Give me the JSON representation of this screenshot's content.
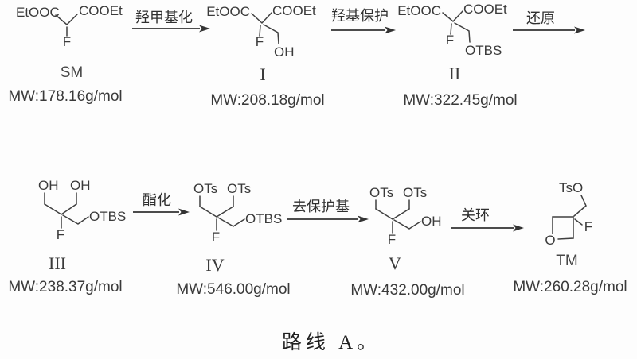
{
  "title": "路线 A。",
  "colors": {
    "bond": "#404040",
    "text": "#3a3a3a",
    "numeral_accent": "#31436b",
    "arrow": "#333333"
  },
  "compounds": {
    "sm": {
      "name": "SM",
      "mw": "MW:178.16g/mol",
      "left_ester": "EtOOC",
      "right_ester": "COOEt",
      "fluoro": "F",
      "label_color": "#474747"
    },
    "i": {
      "name": "I",
      "mw": "MW:208.18g/mol",
      "left_ester": "EtOOC",
      "right_ester": "COOEt",
      "fluoro": "F",
      "hydroxymethyl": "OH",
      "label_color": "#31436b"
    },
    "ii": {
      "name": "II",
      "mw": "MW:322.45g/mol",
      "left_ester": "EtOOC",
      "right_ester": "COOEt",
      "fluoro": "F",
      "silyl_ether": "OTBS",
      "label_color": "#3c4150"
    },
    "iii": {
      "name": "III",
      "mw": "MW:238.37g/mol",
      "hydroxyl_left": "OH",
      "hydroxyl_right": "OH",
      "silyl_ether": "OTBS",
      "fluoro": "F",
      "label_color": "#31436b"
    },
    "iv": {
      "name": "IV",
      "mw": "MW:546.00g/mol",
      "tosylate_left": "OTs",
      "tosylate_right": "OTs",
      "silyl_ether": "OTBS",
      "fluoro": "F",
      "label_color": "#33343a"
    },
    "v": {
      "name": "V",
      "mw": "MW:432.00g/mol",
      "tosylate_left": "OTs",
      "tosylate_right": "OTs",
      "hydroxymethyl": "OH",
      "fluoro": "F",
      "label_color": "#33343a"
    },
    "tm": {
      "name": "TM",
      "mw": "MW:260.28g/mol",
      "tosyloxy": "TsO",
      "fluoro": "F",
      "ring_oxygen": "O",
      "label_color": "#474747"
    }
  },
  "steps": [
    {
      "label": "羟甲基化"
    },
    {
      "label": "羟基保护"
    },
    {
      "label": "还原"
    },
    {
      "label": "酯化"
    },
    {
      "label": "去保护基"
    },
    {
      "label": "关环"
    }
  ]
}
